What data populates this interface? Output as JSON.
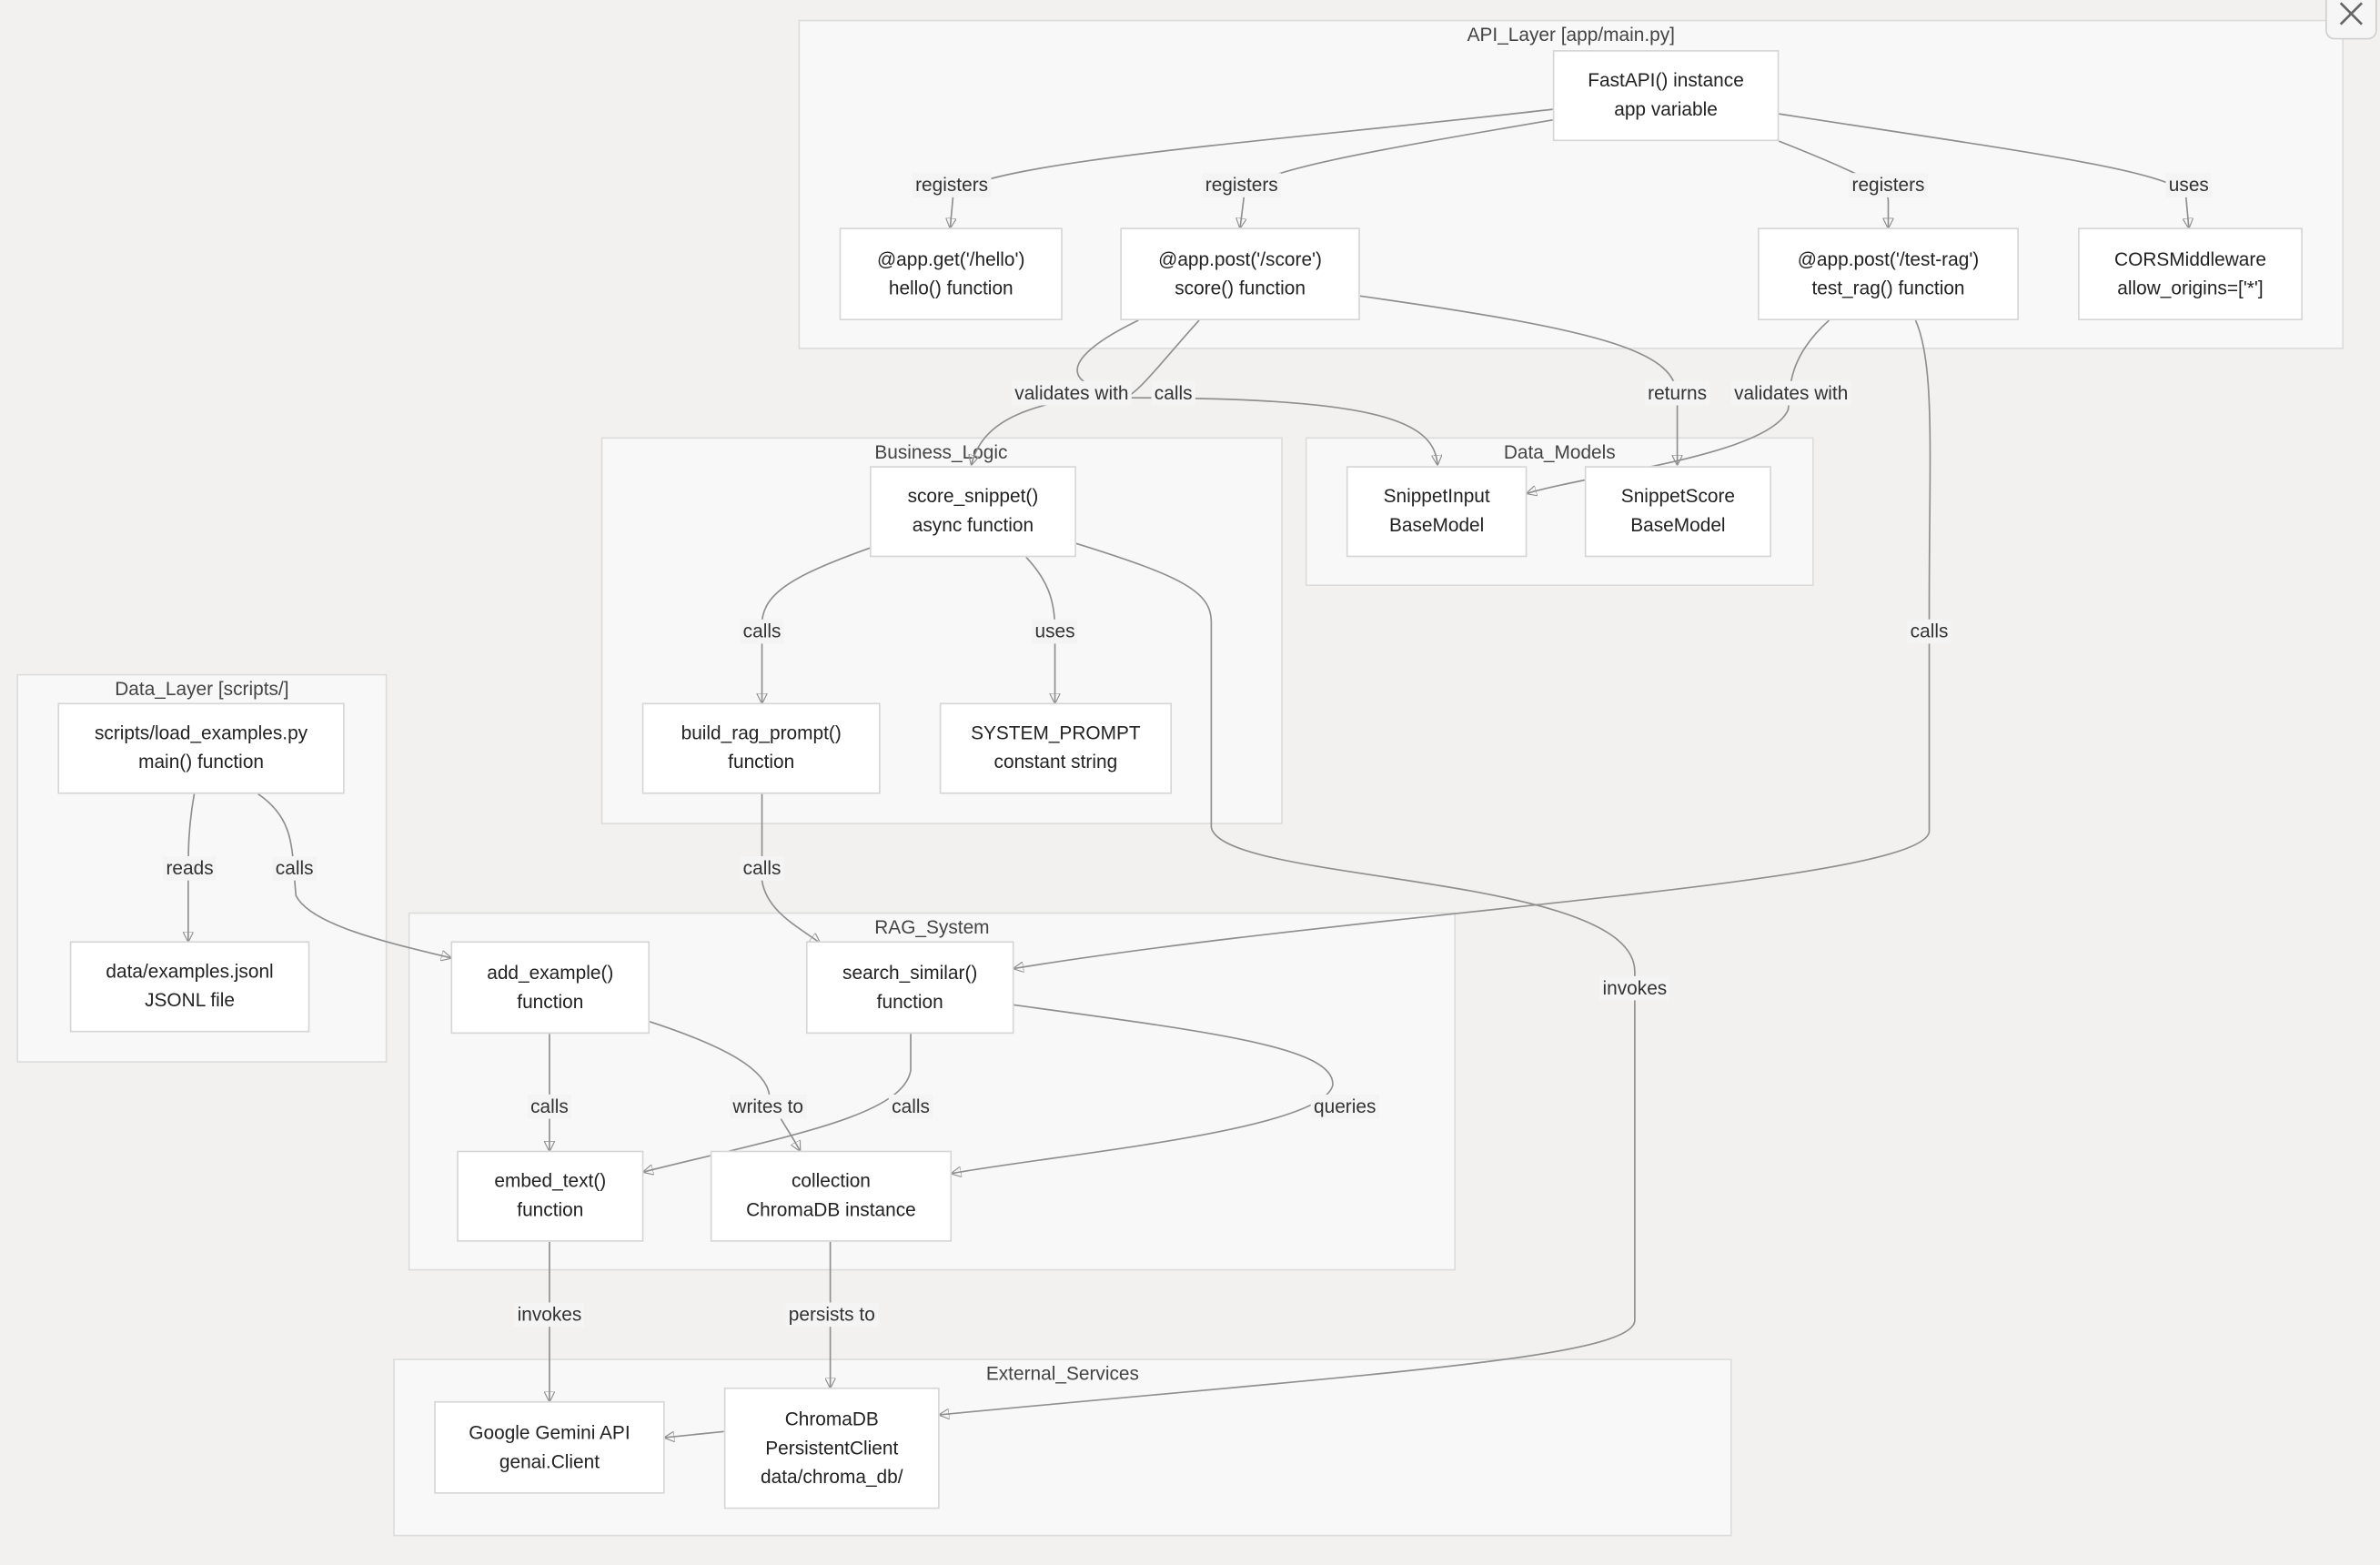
{
  "clusters": {
    "api_layer": "API_Layer [app/main.py]",
    "business_logic": "Business_Logic",
    "data_models": "Data_Models",
    "data_layer": "Data_Layer [scripts/]",
    "rag_system": "RAG_System",
    "external_services": "External_Services"
  },
  "nodes": {
    "fastapi": [
      "FastAPI() instance",
      "app variable"
    ],
    "hello": [
      "@app.get('/hello')",
      "hello() function"
    ],
    "score": [
      "@app.post('/score')",
      "score() function"
    ],
    "testrag": [
      "@app.post('/test-rag')",
      "test_rag() function"
    ],
    "cors": [
      "CORSMiddleware",
      "allow_origins=['*']"
    ],
    "score_snippet": [
      "score_snippet()",
      "async function"
    ],
    "build_rag": [
      "build_rag_prompt()",
      "function"
    ],
    "system_prompt": [
      "SYSTEM_PROMPT",
      "constant string"
    ],
    "snippet_input": [
      "SnippetInput",
      "BaseModel"
    ],
    "snippet_score": [
      "SnippetScore",
      "BaseModel"
    ],
    "load_examples": [
      "scripts/load_examples.py",
      "main() function"
    ],
    "examples_jsonl": [
      "data/examples.jsonl",
      "JSONL file"
    ],
    "add_example": [
      "add_example()",
      "function"
    ],
    "search_similar": [
      "search_similar()",
      "function"
    ],
    "embed_text": [
      "embed_text()",
      "function"
    ],
    "collection": [
      "collection",
      "ChromaDB instance"
    ],
    "gemini": [
      "Google Gemini API",
      "genai.Client"
    ],
    "chromadb": [
      "ChromaDB",
      "PersistentClient",
      "data/chroma_db/"
    ]
  },
  "edges": {
    "reg_hello": "registers",
    "reg_score": "registers",
    "reg_testrag": "registers",
    "uses_cors": "uses",
    "score_validates": "validates with",
    "score_calls": "calls",
    "score_returns": "returns",
    "testrag_validates": "validates with",
    "testrag_calls": "calls",
    "ss_calls_build": "calls",
    "ss_uses_prompt": "uses",
    "build_calls_search": "calls",
    "load_reads": "reads",
    "load_calls": "calls",
    "add_calls_embed": "calls",
    "add_writes": "writes to",
    "search_calls_embed": "calls",
    "search_queries": "queries",
    "ss_invokes": "invokes",
    "embed_invokes": "invokes",
    "collection_persists": "persists to"
  },
  "icons": {
    "close": "close-icon"
  }
}
